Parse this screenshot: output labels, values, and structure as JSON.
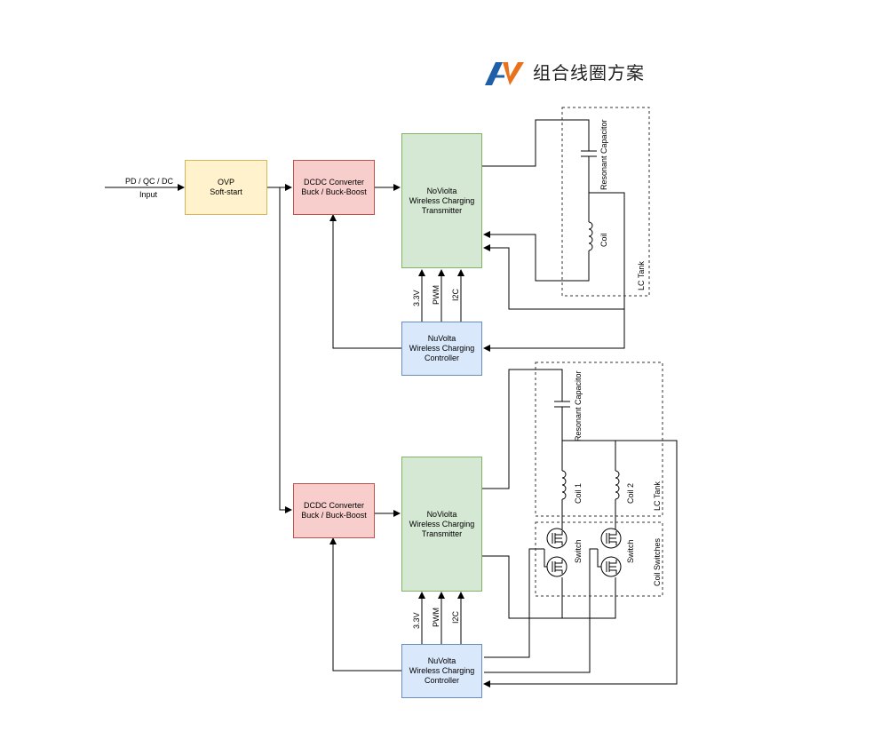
{
  "logo": {
    "text": "组合线圈方案",
    "mark": "AV",
    "colors": [
      "#1f5fa8",
      "#e8731c"
    ]
  },
  "input": {
    "top_label": "PD / QC / DC",
    "bottom_label": "Input"
  },
  "ovp": {
    "line1": "OVP",
    "line2": "Soft-start"
  },
  "dcdc1": {
    "line1": "DCDC Converter",
    "line2": "Buck / Buck-Boost"
  },
  "dcdc2": {
    "line1": "DCDC Converter",
    "line2": "Buck / Buck-Boost"
  },
  "tx1": {
    "line1": "NoViolta",
    "line2": "Wireless Charging",
    "line3": "Transmitter"
  },
  "tx2": {
    "line1": "NoViolta",
    "line2": "Wireless Charging",
    "line3": "Transmitter"
  },
  "ctrl1": {
    "line1": "NuVolta",
    "line2": "Wireless Charging",
    "line3": "Controller"
  },
  "ctrl2": {
    "line1": "NuVolta",
    "line2": "Wireless Charging",
    "line3": "Controller"
  },
  "bus1": {
    "v33": "3.3V",
    "pwm": "PWM",
    "i2c": "I2C"
  },
  "bus2": {
    "v33": "3.3V",
    "pwm": "PWM",
    "i2c": "I2C"
  },
  "tank1": {
    "cap": "Resonant Capacitor",
    "coil": "Coil",
    "title": "LC Tank"
  },
  "tank2": {
    "cap": "Resonant Capacitor",
    "coil1": "Coil 1",
    "coil2": "Coil 2",
    "title": "LC Tank"
  },
  "switches": {
    "sw1": "Switch",
    "sw2": "Switch",
    "title": "Coil Switches"
  },
  "colors": {
    "ovp_fill": "#fff2cc",
    "dcdc_fill": "#f8cecc",
    "tx_fill": "#d5e8d4",
    "ctrl_fill": "#dae8fc"
  }
}
